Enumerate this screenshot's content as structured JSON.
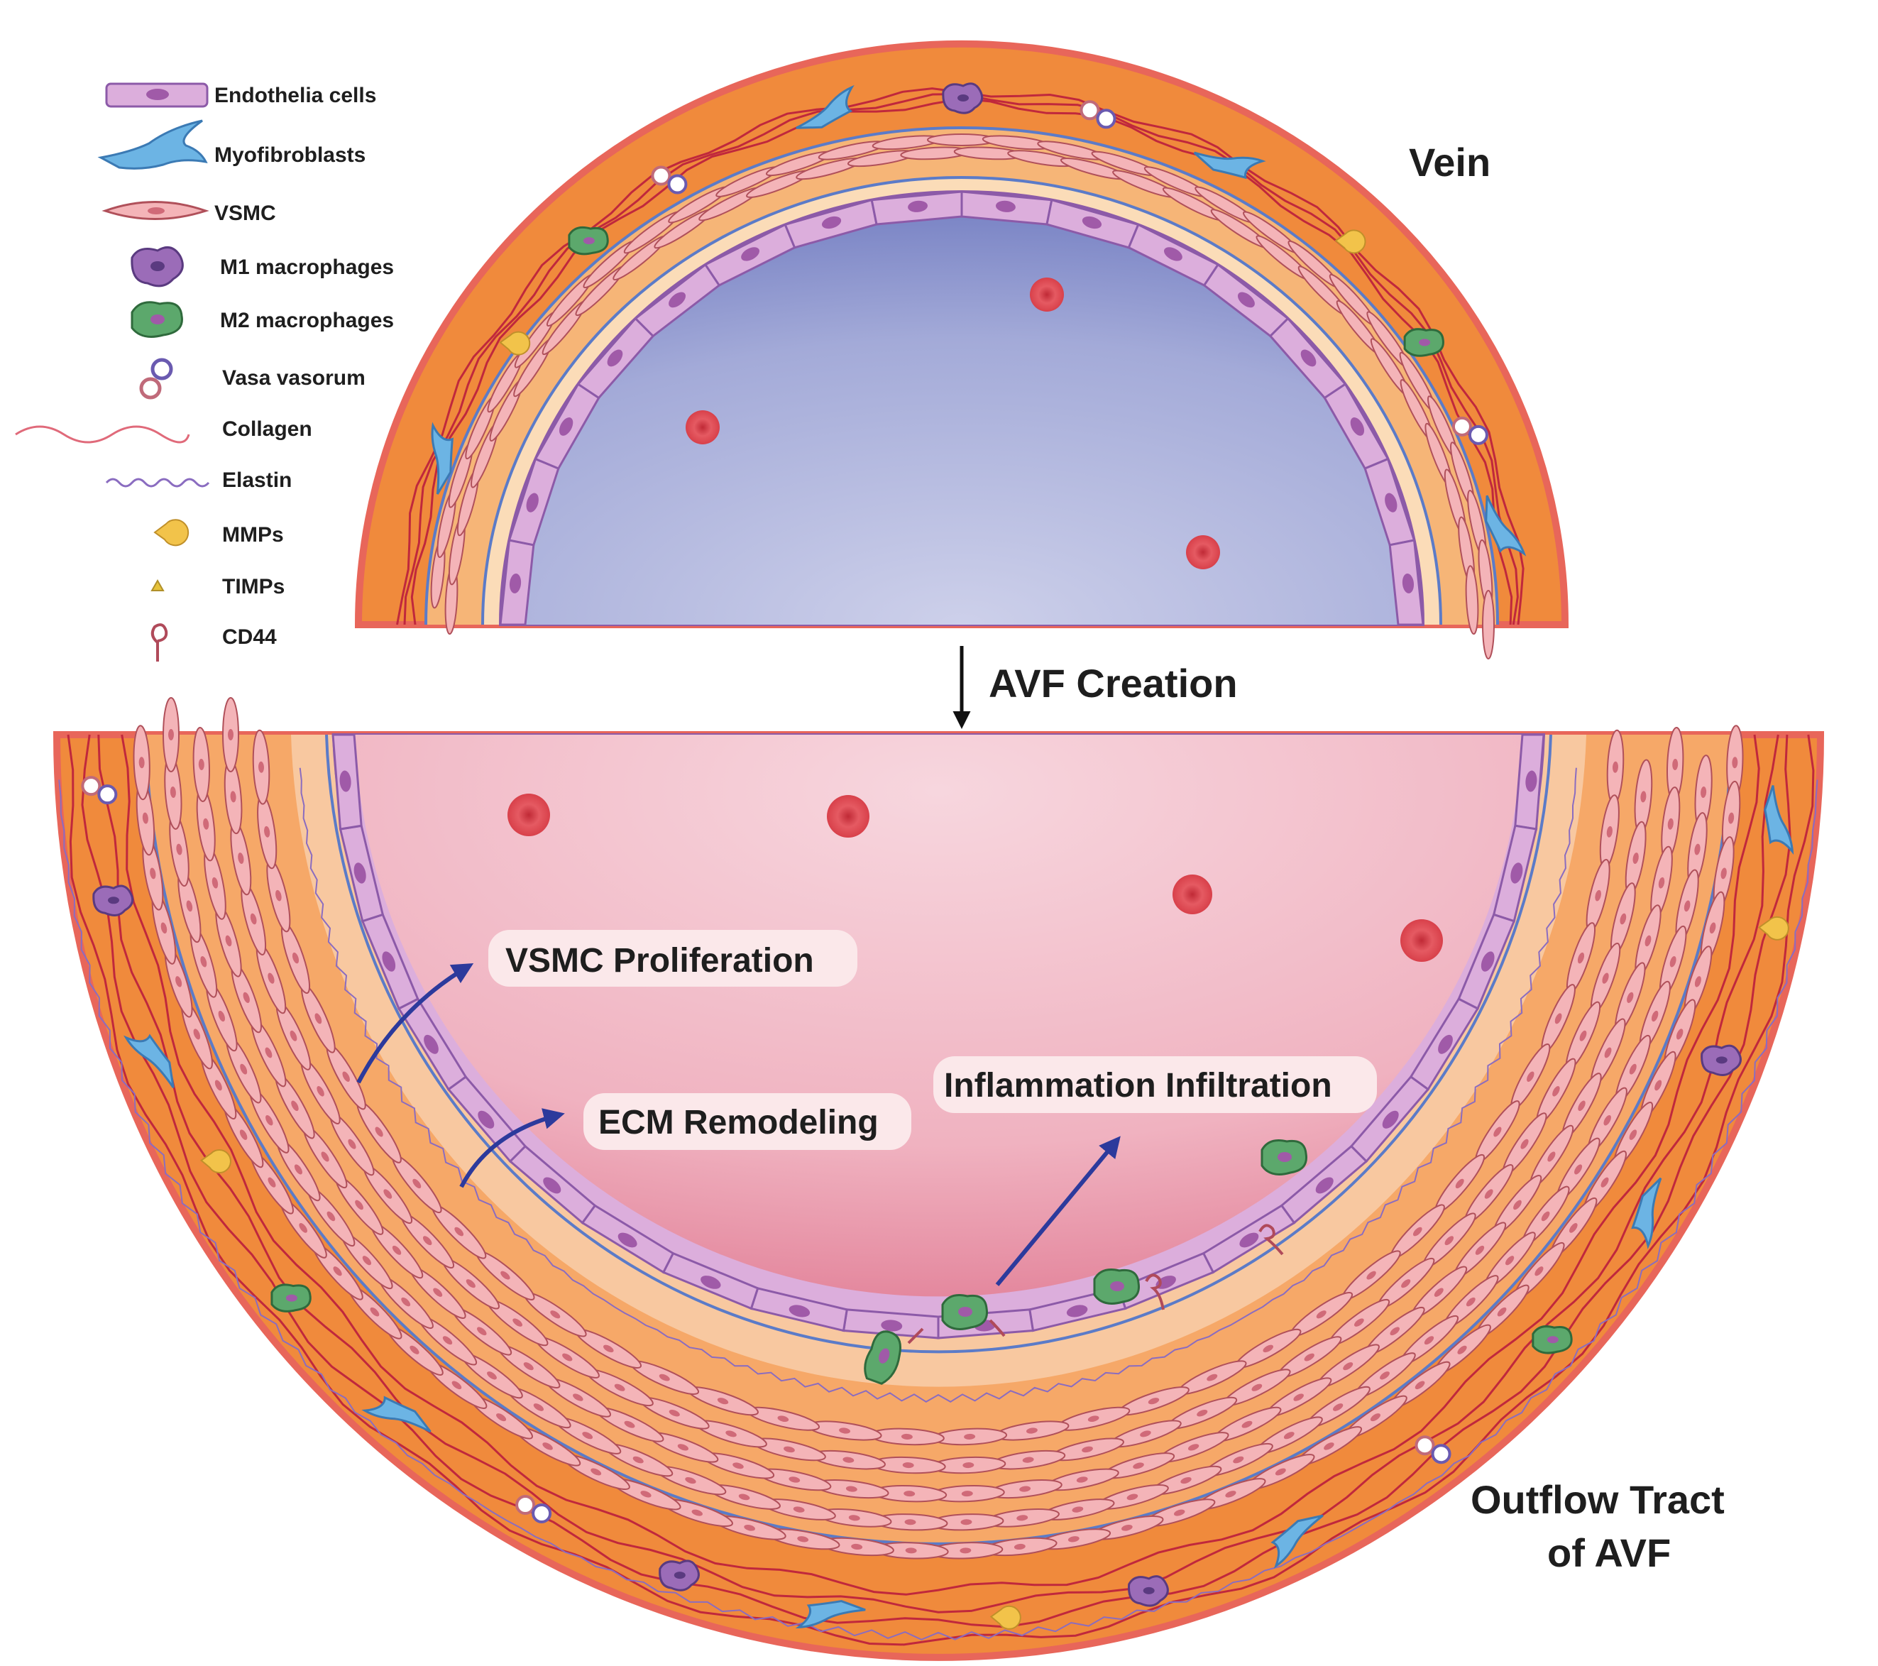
{
  "legend": [
    {
      "icon": "endothelial-cell-icon",
      "label": "Endothelia cells"
    },
    {
      "icon": "myofibroblast-icon",
      "label": "Myofibroblasts"
    },
    {
      "icon": "vsmc-icon",
      "label": "VSMC"
    },
    {
      "icon": "m1-macrophage-icon",
      "label": "M1 macrophages"
    },
    {
      "icon": "m2-macrophage-icon",
      "label": "M2 macrophages"
    },
    {
      "icon": "vasa-vasorum-icon",
      "label": "Vasa vasorum"
    },
    {
      "icon": "collagen-icon",
      "label": "Collagen"
    },
    {
      "icon": "elastin-icon",
      "label": "Elastin"
    },
    {
      "icon": "mmp-icon",
      "label": "MMPs"
    },
    {
      "icon": "timp-icon",
      "label": "TIMPs"
    },
    {
      "icon": "cd44-icon",
      "label": "CD44"
    }
  ],
  "vein": {
    "title": "Vein"
  },
  "transition": {
    "label": "AVF Creation"
  },
  "outflow": {
    "title_line1": "Outflow Tract",
    "title_line2": "of AVF"
  },
  "callouts": {
    "vsmc_proliferation": "VSMC Proliferation",
    "ecm_remodeling": "ECM Remodeling",
    "inflammation_infiltration": "Inflammation Infiltration"
  },
  "colors": {
    "adventitia": "#f08a3c",
    "adventitia_edge": "#e8665a",
    "media": "#f6c08e",
    "intima": "#fbdcb8",
    "endothelium": "#d8a9d8",
    "vein_lumen": "#b7bfe2",
    "avf_lumen": "#f2b6c4",
    "collagen": "#c0283c",
    "elastin": "#8a6cc0",
    "elastic_lamina": "#5b7bc8",
    "vsmc": "#f4b4b8",
    "myofibroblast": "#6cb4e4",
    "m1_macrophage": "#9b6cb8",
    "m2_macrophage": "#5ca86c",
    "mmp": "#f2c34a",
    "timp": "#e6c23a",
    "rbc": "#e0505a",
    "arrow": "#2c3a9c"
  }
}
